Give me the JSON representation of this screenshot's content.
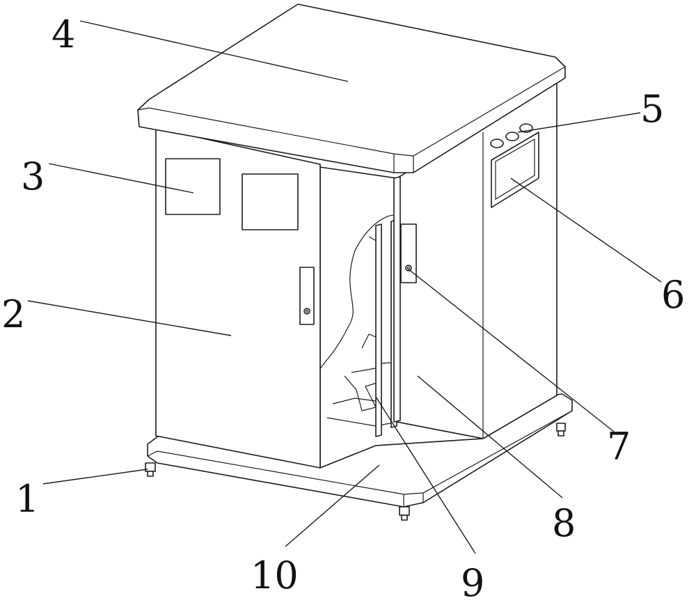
{
  "figure": {
    "background": "#ffffff",
    "line_color": "#1a1a1a",
    "callouts": [
      {
        "id": "c1",
        "label": "1"
      },
      {
        "id": "c2",
        "label": "2"
      },
      {
        "id": "c3",
        "label": "3"
      },
      {
        "id": "c4",
        "label": "4"
      },
      {
        "id": "c5",
        "label": "5"
      },
      {
        "id": "c6",
        "label": "6"
      },
      {
        "id": "c7",
        "label": "7"
      },
      {
        "id": "c8",
        "label": "8"
      },
      {
        "id": "c9",
        "label": "9"
      },
      {
        "id": "c10",
        "label": "10"
      }
    ]
  }
}
